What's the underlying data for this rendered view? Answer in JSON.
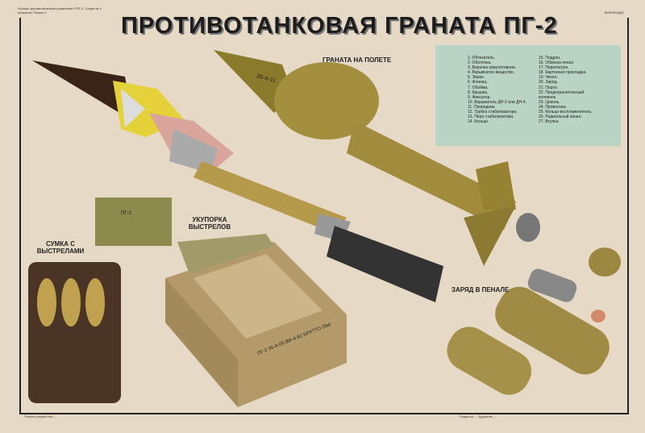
{
  "header": {
    "top_left": "Ручной противотанковый гранатомёт РПГ-2. Серия из 4 плакатов. Плакат 4",
    "top_right": "ВОЕНИЗДАТ",
    "title": "ПРОТИВОТАНКОВАЯ ГРАНАТА ПГ-2"
  },
  "captions": {
    "flight": "ГРАНАТА НА ПОЛЕТЕ",
    "packing": "УКУПОРКА ВЫСТРЕЛОВ",
    "bag": "СУМКА С ВЫСТРЕЛАМИ",
    "charge": "ЗАРЯД В ПЕНАЛЕ"
  },
  "markings": {
    "grenade": "26-А-11",
    "box_top": "ПГ-2",
    "box_side": "ПГ-2 35-А-00 ВИ-4-82 БРУТТО 25кг"
  },
  "legend": {
    "left": [
      "1. Обтекатель.",
      "2. Оболочка.",
      "3. Воронка кумулятивная.",
      "4. Взрывчатое вещество.",
      "5. Экран.",
      "6. Фланец.",
      "7. Обойма.",
      "8. Крышка.",
      "9. Фиксатор.",
      "10. Взрыватель ДН-2 или ДН-4.",
      "11. Проводник.",
      "12. Трубка стабилизатора.",
      "13. Перо стабилизатора.",
      "14. Кольцо."
    ],
    "right": [
      "15. Поддон.",
      "16. Обвязка пенал.",
      "17. Пиропатрон.",
      "18. Картонная прокладка.",
      "19. Чехол.",
      "20. Заряд.",
      "21. Порох.",
      "22. Предохранительный колпачок.",
      "23. Цоколь.",
      "24. Проволока.",
      "25. Кольцо-воспламенитель.",
      "26. Радиальный канал.",
      "27. Втулка."
    ]
  },
  "footer": {
    "left": "Плакат разработан ... ",
    "right": "Редактор ... Художник ..."
  }
}
